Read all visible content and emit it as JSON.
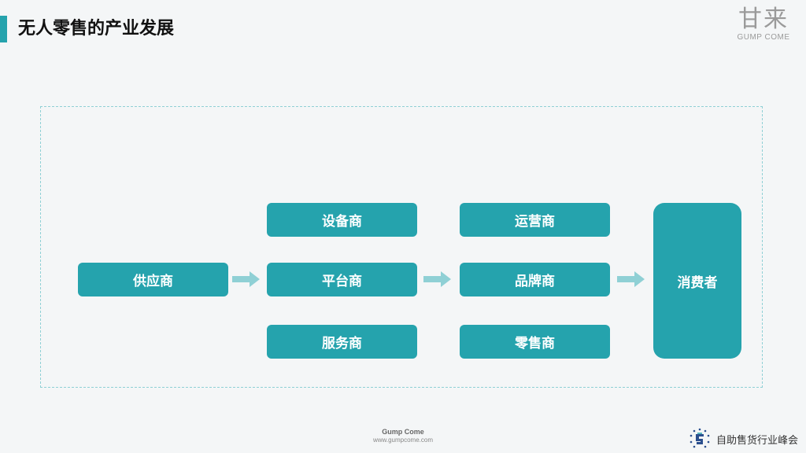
{
  "header": {
    "title": "无人零售的产业发展",
    "accent_color": "#25a3ad"
  },
  "brand": {
    "cn": "甘来",
    "en": "GUMP COME"
  },
  "diagram": {
    "nodes": {
      "supplier": "供应商",
      "equipment": "设备商",
      "platform": "平台商",
      "service": "服务商",
      "operator": "运营商",
      "brand": "品牌商",
      "retailer": "零售商",
      "consumer": "消费者"
    },
    "node_color": "#25a3ad",
    "arrow_color": "#8fd0d5",
    "frame_color": "#8fd0d5",
    "arrows": [
      "supplier→column-2",
      "column-2→column-3",
      "column-3→consumer"
    ]
  },
  "footer": {
    "name": "Gump Come",
    "url": "www.gumpcome.com",
    "summit": "自助售货行业峰会",
    "summit_icon": "summit-logo-icon"
  }
}
